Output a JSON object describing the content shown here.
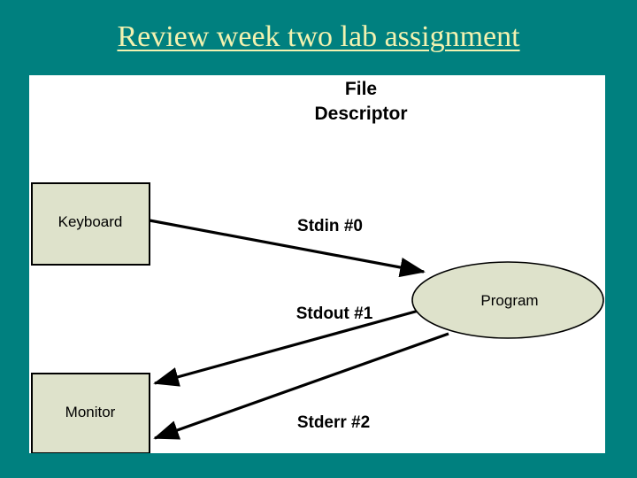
{
  "slide": {
    "title": "Review week two lab assignment",
    "background_color": "#00807f",
    "title_color": "#f2f2b0",
    "panel_color": "#ffffff"
  },
  "diagram": {
    "heading": {
      "line1": "File",
      "line2": "Descriptor"
    },
    "shape_fill_color": "#dee2cb",
    "shape_stroke_color": "#000000",
    "nodes": [
      {
        "id": "keyboard",
        "label": "Keyboard",
        "shape": "rectangle"
      },
      {
        "id": "monitor",
        "label": "Monitor",
        "shape": "rectangle"
      },
      {
        "id": "program",
        "label": "Program",
        "shape": "ellipse"
      }
    ],
    "streams": [
      {
        "id": "stdin",
        "label": "Stdin #0",
        "from": "keyboard",
        "to": "program"
      },
      {
        "id": "stdout",
        "label": "Stdout #1",
        "from": "program",
        "to": "monitor"
      },
      {
        "id": "stderr",
        "label": "Stderr #2",
        "from": "program",
        "to": "monitor"
      }
    ]
  }
}
